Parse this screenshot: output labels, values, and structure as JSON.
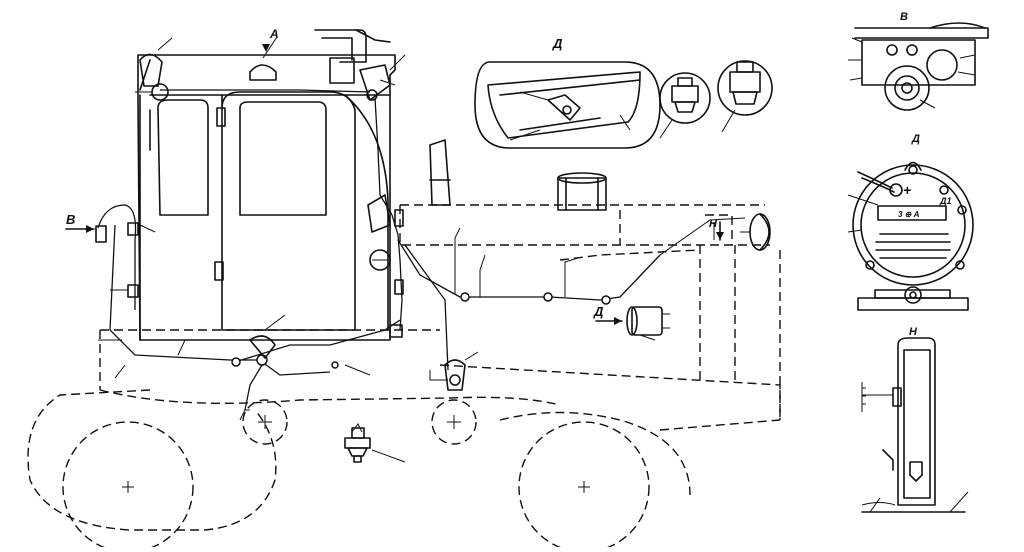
{
  "labels": {
    "view_v_main": "В",
    "view_a": "А",
    "view_d_top": "Д",
    "view_d_bottom": "Д",
    "view_h_main": "Н",
    "view_v_inset": "В",
    "view_d_inset": "Д",
    "view_h_inset": "Н",
    "gen_terminal_plus": "+",
    "gen_terminal_d": "Д1",
    "gen_plate": "3 ⊕ А"
  },
  "colors": {
    "ink": "#111111",
    "paper": "#ffffff"
  }
}
